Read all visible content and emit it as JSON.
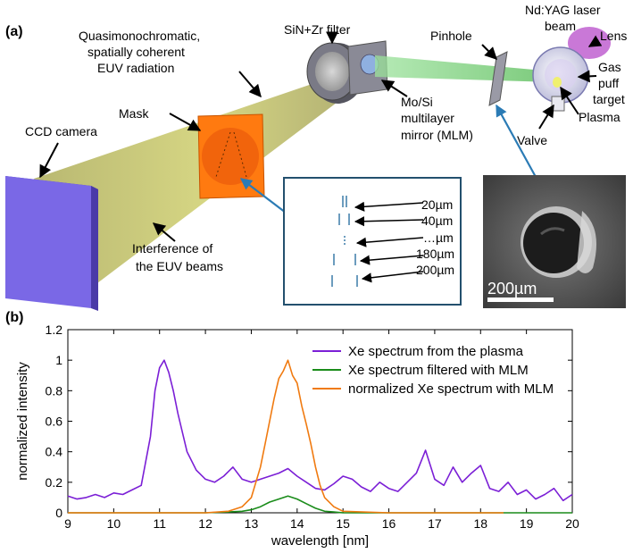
{
  "panel_a": {
    "label": "(a)",
    "labels": {
      "ccd": "CCD camera",
      "mask": "Mask",
      "euv1": "Quasimonochromatic,",
      "euv2": "spatially coherent",
      "euv3": "EUV radiation",
      "filter": "SiN+Zr filter",
      "mlm1": "Mo/Si",
      "mlm2": "multilayer",
      "mlm3": "mirror (MLM)",
      "pinhole": "Pinhole",
      "laser1": "Nd:YAG laser",
      "laser2": "beam",
      "lens": "Lens",
      "gas1": "Gas",
      "gas2": "puff",
      "gas3": "target",
      "plasma": "Plasma",
      "valve": "Valve",
      "interf1": "Interference of",
      "interf2": "the EUV beams"
    },
    "slits": [
      "20µm",
      "40µm",
      "…µm",
      "180µm",
      "200µm"
    ],
    "scale_bar": "200µm",
    "colors": {
      "beam": "#c8c873",
      "mask": "#ff7a10",
      "ccd": "#7060d8",
      "laser": "#6ed36e"
    }
  },
  "panel_b": {
    "label": "(b)"
  },
  "chart_data": {
    "type": "line",
    "xlabel": "wavelength [nm]",
    "ylabel": "normalized intensity",
    "xlim": [
      9,
      20
    ],
    "ylim": [
      0,
      1.2
    ],
    "xticks": [
      9,
      10,
      11,
      12,
      13,
      14,
      15,
      16,
      17,
      18,
      19,
      20
    ],
    "yticks": [
      0,
      0.2,
      0.4,
      0.6,
      0.8,
      1,
      1.2
    ],
    "ytick_labels": [
      "0",
      "0.2",
      "0.4",
      "0.6",
      "0.8",
      "1",
      "1.2"
    ],
    "legend_position": "top-right",
    "series": [
      {
        "name": "Xe spectrum from the plasma",
        "color": "#7b1fd6",
        "x": [
          9.0,
          9.2,
          9.4,
          9.6,
          9.8,
          10.0,
          10.2,
          10.4,
          10.6,
          10.8,
          10.9,
          11.0,
          11.1,
          11.2,
          11.3,
          11.4,
          11.6,
          11.8,
          12.0,
          12.2,
          12.4,
          12.6,
          12.8,
          13.0,
          13.2,
          13.4,
          13.6,
          13.8,
          14.0,
          14.2,
          14.4,
          14.6,
          14.8,
          15.0,
          15.2,
          15.4,
          15.6,
          15.8,
          16.0,
          16.2,
          16.4,
          16.6,
          16.8,
          17.0,
          17.2,
          17.4,
          17.6,
          17.8,
          18.0,
          18.2,
          18.4,
          18.6,
          18.8,
          19.0,
          19.2,
          19.4,
          19.6,
          19.8,
          20.0
        ],
        "y": [
          0.11,
          0.09,
          0.1,
          0.12,
          0.1,
          0.13,
          0.12,
          0.15,
          0.18,
          0.5,
          0.8,
          0.95,
          1.0,
          0.92,
          0.8,
          0.65,
          0.4,
          0.28,
          0.22,
          0.2,
          0.24,
          0.3,
          0.22,
          0.2,
          0.22,
          0.24,
          0.26,
          0.29,
          0.24,
          0.2,
          0.16,
          0.15,
          0.19,
          0.24,
          0.22,
          0.17,
          0.14,
          0.2,
          0.16,
          0.14,
          0.2,
          0.26,
          0.41,
          0.22,
          0.18,
          0.3,
          0.2,
          0.26,
          0.31,
          0.16,
          0.14,
          0.2,
          0.12,
          0.15,
          0.09,
          0.12,
          0.16,
          0.08,
          0.12
        ]
      },
      {
        "name": "Xe spectrum filtered with MLM",
        "color": "#1a8c1a",
        "x": [
          9.0,
          11.0,
          12.0,
          12.5,
          12.8,
          13.0,
          13.2,
          13.4,
          13.6,
          13.8,
          14.0,
          14.2,
          14.4,
          14.6,
          14.8,
          15.0,
          16.0,
          20.0
        ],
        "y": [
          0,
          0,
          0,
          0.005,
          0.01,
          0.02,
          0.04,
          0.07,
          0.09,
          0.11,
          0.09,
          0.06,
          0.03,
          0.01,
          0.005,
          0,
          0,
          0
        ]
      },
      {
        "name": "normalized Xe spectrum with MLM",
        "color": "#f07a10",
        "x": [
          9.0,
          11.0,
          12.0,
          12.5,
          12.8,
          13.0,
          13.1,
          13.2,
          13.3,
          13.4,
          13.5,
          13.6,
          13.7,
          13.8,
          13.9,
          14.0,
          14.1,
          14.2,
          14.3,
          14.4,
          14.5,
          14.6,
          14.8,
          15.0,
          16.0,
          18.0,
          18.5
        ],
        "y": [
          0,
          0,
          0,
          0.01,
          0.04,
          0.1,
          0.2,
          0.3,
          0.45,
          0.6,
          0.75,
          0.88,
          0.93,
          1.0,
          0.9,
          0.85,
          0.7,
          0.58,
          0.45,
          0.3,
          0.18,
          0.1,
          0.04,
          0.01,
          0,
          0,
          0
        ]
      }
    ]
  }
}
